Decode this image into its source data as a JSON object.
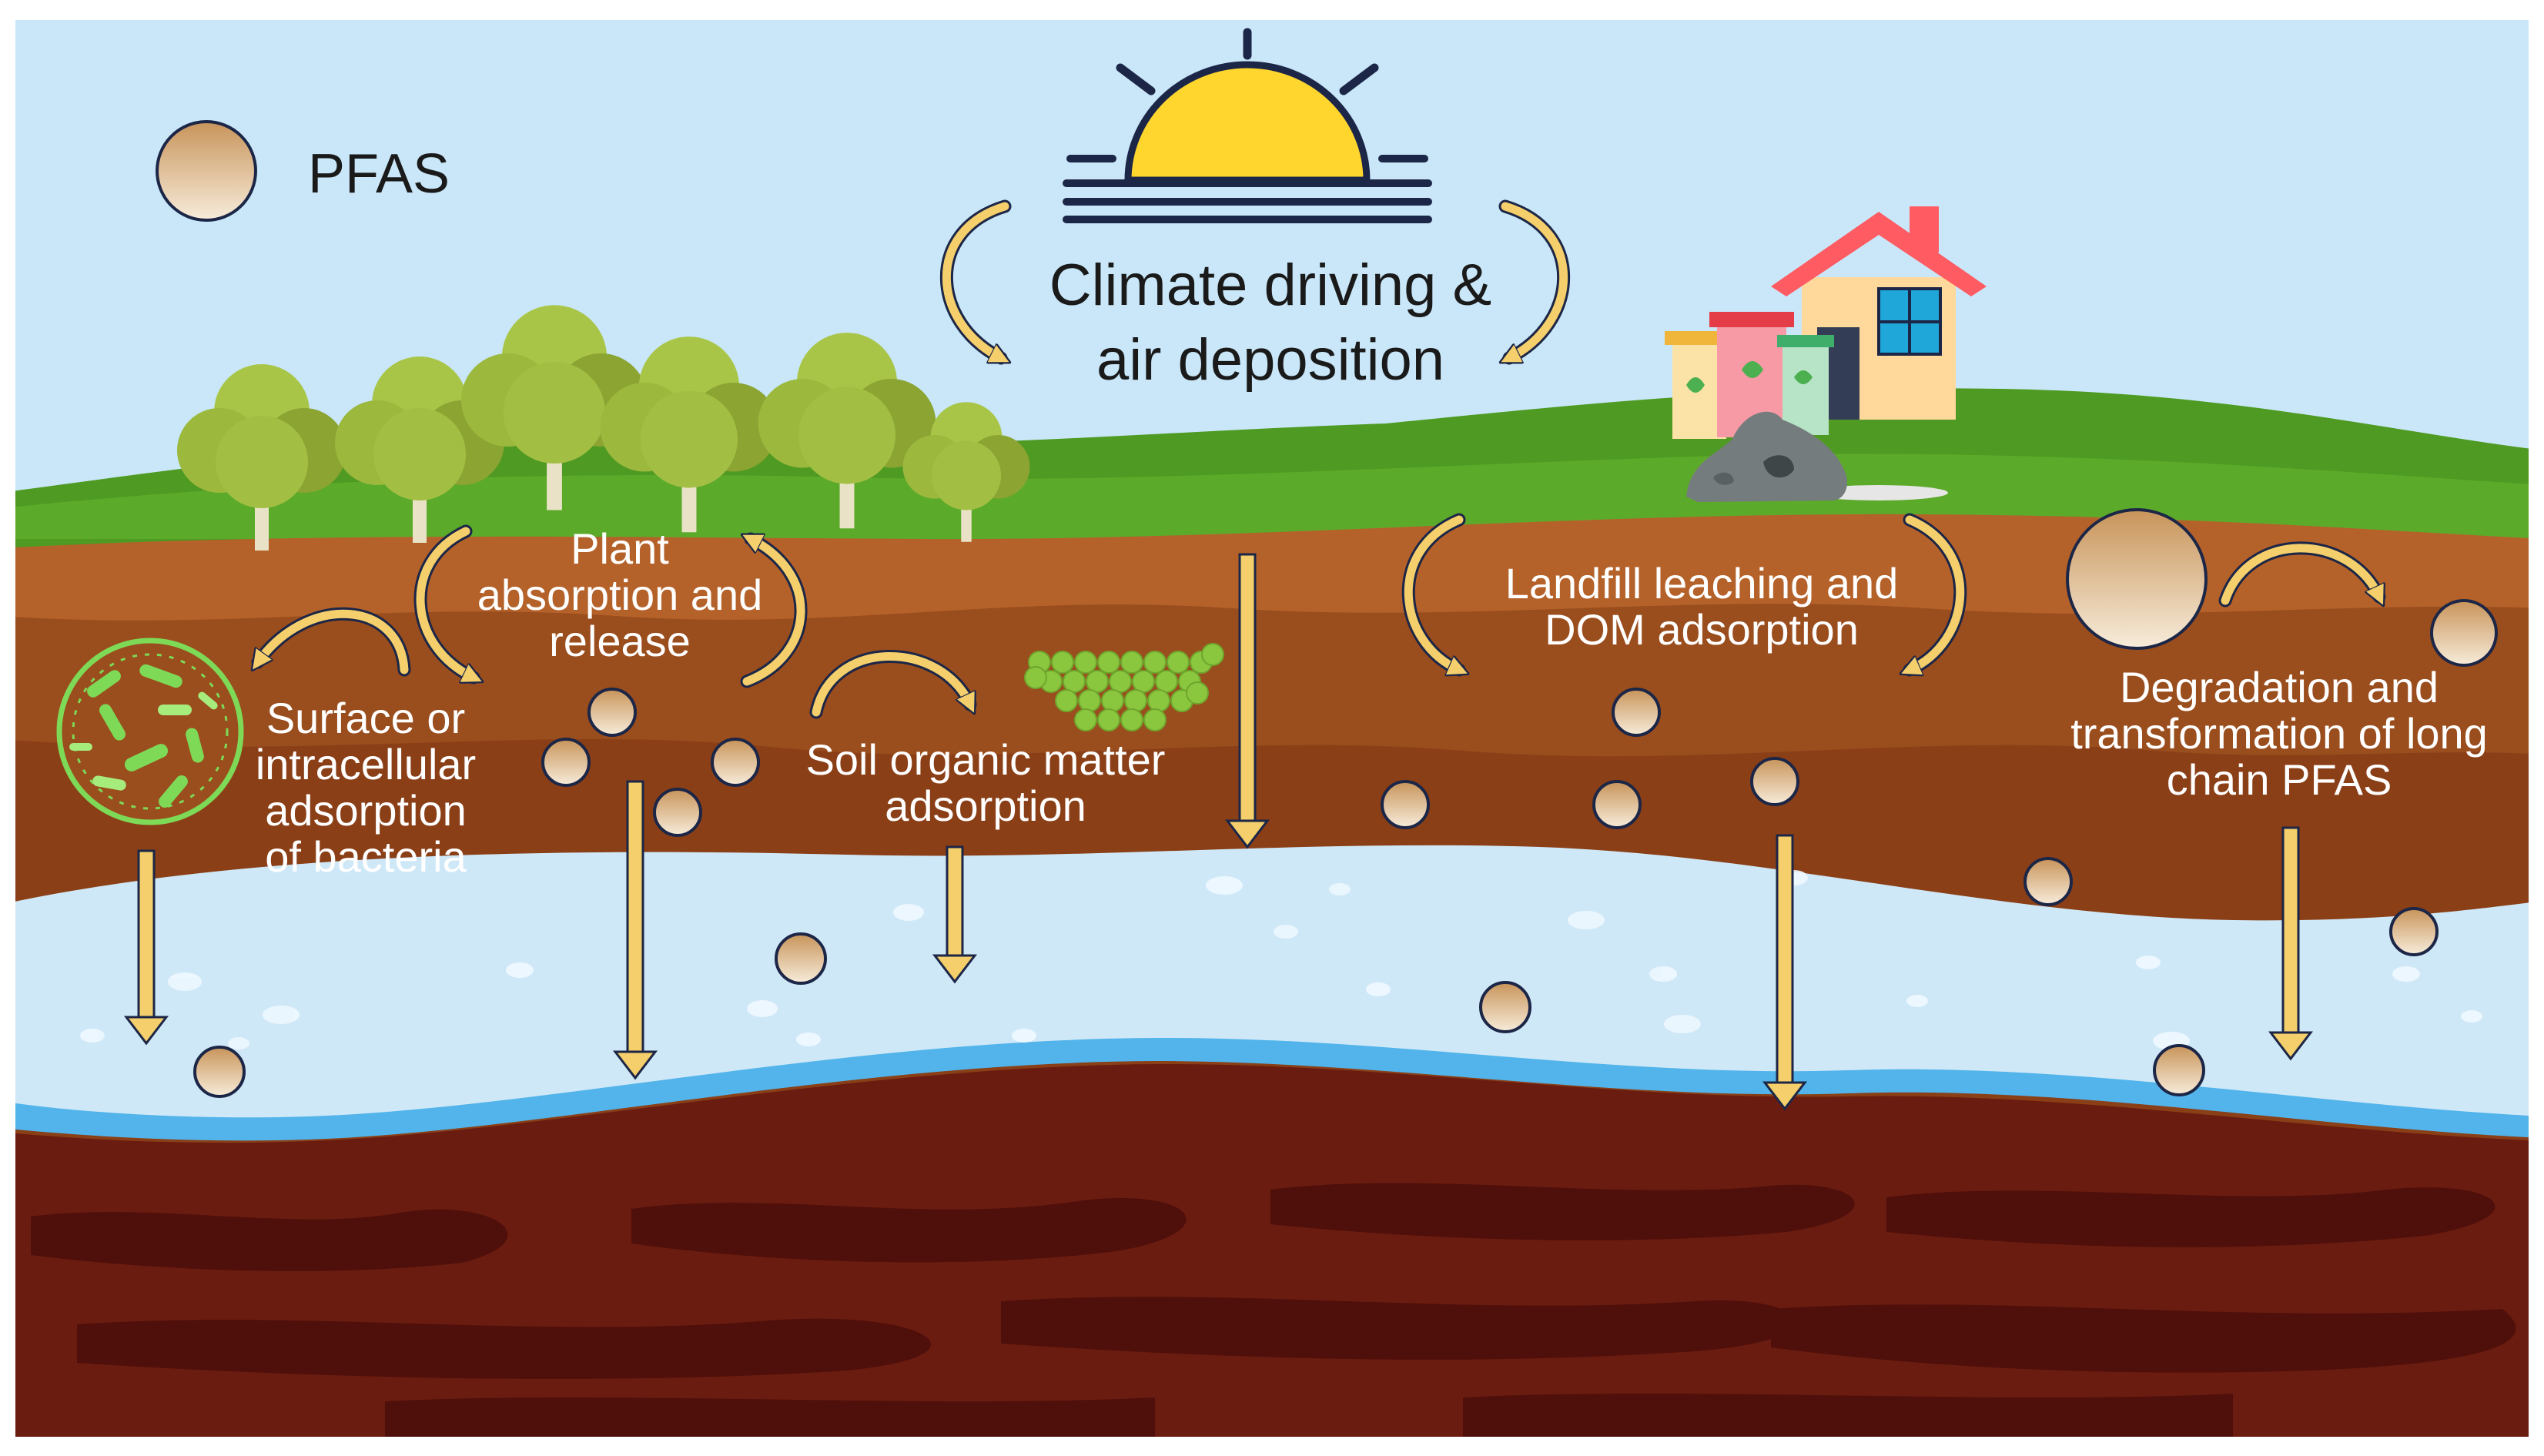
{
  "legend": {
    "label": "PFAS"
  },
  "labels": {
    "climate": "Climate driving &\nair deposition",
    "plant": "Plant\nabsorption and\nrelease",
    "bacteria": "Surface or\nintracellular\nadsorption\nof bacteria",
    "soil_organic": "Soil organic matter\nadsorption",
    "landfill": "Landfill leaching and\nDOM adsorption",
    "degradation": "Degradation and\ntransformation of long\nchain PFAS"
  },
  "colors": {
    "sky": "#c9e7f8",
    "grass": "#4f9a22",
    "soil_top": "#b5622a",
    "soil_mid": "#9a4d1d",
    "soil_low": "#8a3f17",
    "groundwater": "#cfe8f7",
    "water_edge": "#52b4ea",
    "bedrock": "#6b1c10",
    "bedrock_dark": "#4f0f0a",
    "sun": "#ffd62e",
    "sun_outline": "#1c2647",
    "arrow_yellow": "#f4cf6b",
    "pfas_light": "#f4e3cb",
    "pfas_dark": "#c7955b",
    "bacteria_green": "#7ed957",
    "house_wall": "#ffd89b",
    "house_roof": "#ff5b63",
    "window": "#1ea7d8"
  },
  "icons": [
    "sun-icon",
    "tree-icon",
    "house-icon",
    "waste-bin-icon",
    "garbage-pile-icon",
    "bacteria-cluster-icon",
    "organic-matter-particles-icon",
    "pfas-particle-icon",
    "cycle-arrow-icon",
    "down-arrow-icon"
  ]
}
